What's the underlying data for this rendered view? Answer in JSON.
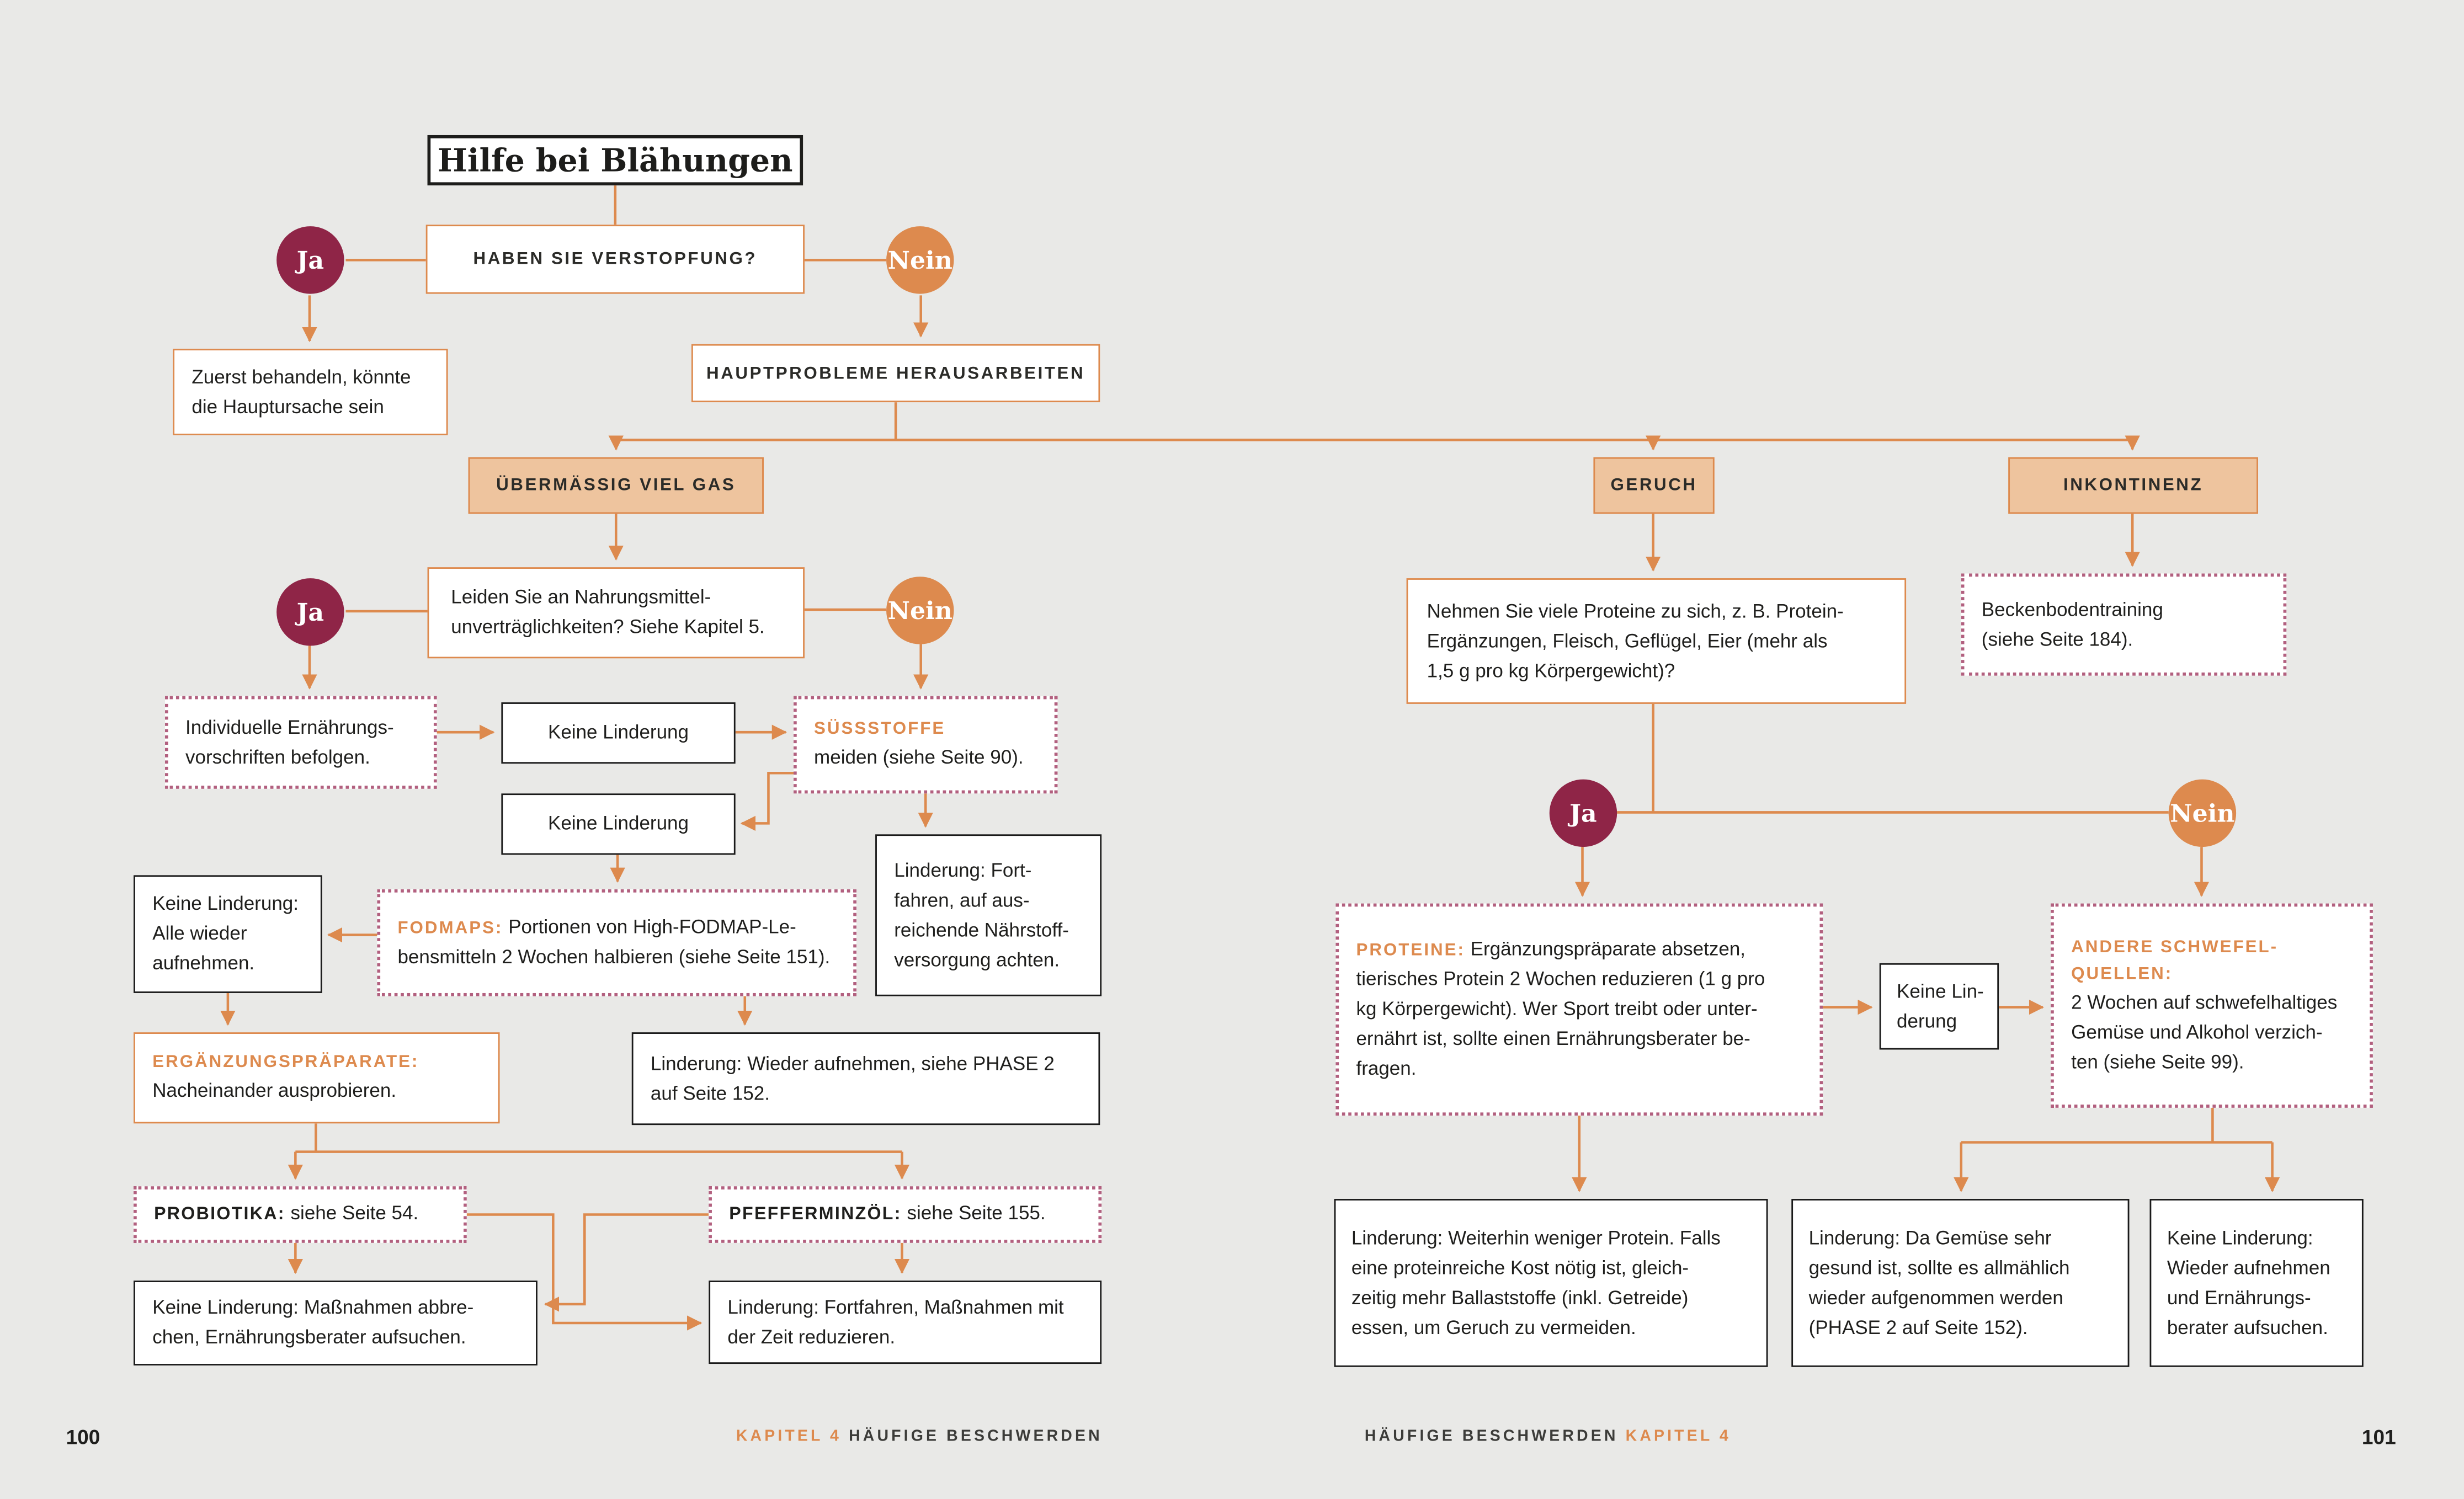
{
  "meta": {
    "accent_orange": "#dd8a4e",
    "maroon": "#8f2547",
    "tan_fill": "#eec49e",
    "page_bg": "#e9e9e7"
  },
  "labels": {
    "yes": "Ja",
    "no": "Nein"
  },
  "title": "Hilfe bei Blähungen",
  "footer": {
    "left_page": "100",
    "right_page": "101",
    "left_chapter": "KAPITEL 4",
    "left_title": "HÄUFIGE BESCHWERDEN",
    "right_title": "HÄUFIGE BESCHWERDEN",
    "right_chapter": "KAPITEL 4"
  },
  "nodes": {
    "q_verstopfung": {
      "label": "HABEN SIE VERSTOPFUNG?"
    },
    "zuerst": {
      "lines": [
        "Zuerst behandeln, könnte",
        "die Hauptursache sein"
      ]
    },
    "hauptprobleme": {
      "label": "HAUPTPROBLEME HERAUSARBEITEN"
    },
    "gas": {
      "label": "ÜBERMÄSSIG VIEL GAS"
    },
    "geruch": {
      "label": "GERUCH"
    },
    "inkontinenz": {
      "label": "INKONTINENZ"
    },
    "q_unvertraeglichkeiten": {
      "lines": [
        "Leiden Sie an Nahrungsmittel-",
        "unverträglichkeiten? Siehe Kapitel 5."
      ]
    },
    "individuelle": {
      "lines": [
        "Individuelle Ernährungs-",
        "vorschriften befolgen."
      ]
    },
    "keine_linderung_1": {
      "label": "Keine Linderung"
    },
    "keine_linderung_2": {
      "label": "Keine Linderung"
    },
    "suessstoffe": {
      "prefix": "SÜSSSTOFFE",
      "text": "meiden (siehe Seite 90)."
    },
    "linderung_fortfahren": {
      "lines": [
        "Linderung: Fort-",
        "fahren, auf aus-",
        "reichende Nährstoff-",
        "versorgung achten."
      ]
    },
    "fodmaps": {
      "prefix": "FODMAPS:",
      "line1": "Portionen von High-FODMAP-Le-",
      "line2": "bensmitteln 2 Wochen halbieren (siehe Seite 151)."
    },
    "keine_linderung_alle": {
      "lines": [
        "Keine Linderung:",
        "Alle wieder",
        "aufnehmen."
      ]
    },
    "linderung_phase2": {
      "lines": [
        "Linderung: Wieder aufnehmen, siehe PHASE 2",
        "auf Seite 152."
      ]
    },
    "ergaenzungspraeparate": {
      "prefix": "ERGÄNZUNGSPRÄPARATE:",
      "text": "Nacheinander ausprobieren."
    },
    "probiotika": {
      "prefix": "PROBIOTIKA:",
      "text": "siehe Seite 54."
    },
    "pfefferminzoel": {
      "prefix": "PFEFFERMINZÖL:",
      "text": "siehe Seite 155."
    },
    "keine_linderung_massnahmen": {
      "lines": [
        "Keine Linderung: Maßnahmen abbre-",
        "chen, Ernährungsberater aufsuchen."
      ]
    },
    "linderung_zeit": {
      "lines": [
        "Linderung: Fortfahren, Maßnahmen mit",
        "der Zeit reduzieren."
      ]
    },
    "q_proteine": {
      "lines": [
        "Nehmen Sie viele Proteine zu sich, z. B. Protein-",
        "Ergänzungen, Fleisch, Geflügel, Eier (mehr als",
        "1,5 g pro kg Körpergewicht)?"
      ]
    },
    "proteine": {
      "prefix": "PROTEINE:",
      "line1": "Ergänzungspräparate absetzen,",
      "lines": [
        "tierisches Protein 2 Wochen reduzieren (1 g pro",
        "kg Körpergewicht). Wer Sport treibt oder unter-",
        "ernährt ist, sollte einen Ernährungsberater be-",
        "fragen."
      ]
    },
    "keine_lin_derung": {
      "lines": [
        "Keine Lin-",
        "derung"
      ]
    },
    "andere_schwefelquellen": {
      "prefix_lines": [
        "ANDERE SCHWEFEL-",
        "QUELLEN:"
      ],
      "lines": [
        "2 Wochen auf schwefelhaltiges",
        "Gemüse und Alkohol verzich-",
        "ten (siehe Seite 99)."
      ]
    },
    "linderung_weniger_protein": {
      "lines": [
        "Linderung: Weiterhin weniger Protein. Falls",
        "eine proteinreiche Kost nötig ist, gleich-",
        "zeitig mehr Ballaststoffe (inkl. Getreide)",
        "essen, um Geruch zu vermeiden."
      ]
    },
    "linderung_gemuese": {
      "lines": [
        "Linderung: Da Gemüse sehr",
        "gesund ist, sollte es allmählich",
        "wieder aufgenommen werden",
        "(PHASE 2 auf Seite 152)."
      ]
    },
    "keine_linderung_wieder": {
      "lines": [
        "Keine Linderung:",
        "Wieder aufnehmen",
        "und Ernährungs-",
        "berater aufsuchen."
      ]
    },
    "beckenboden": {
      "lines": [
        "Beckenbodentraining",
        "(siehe Seite 184)."
      ]
    }
  }
}
